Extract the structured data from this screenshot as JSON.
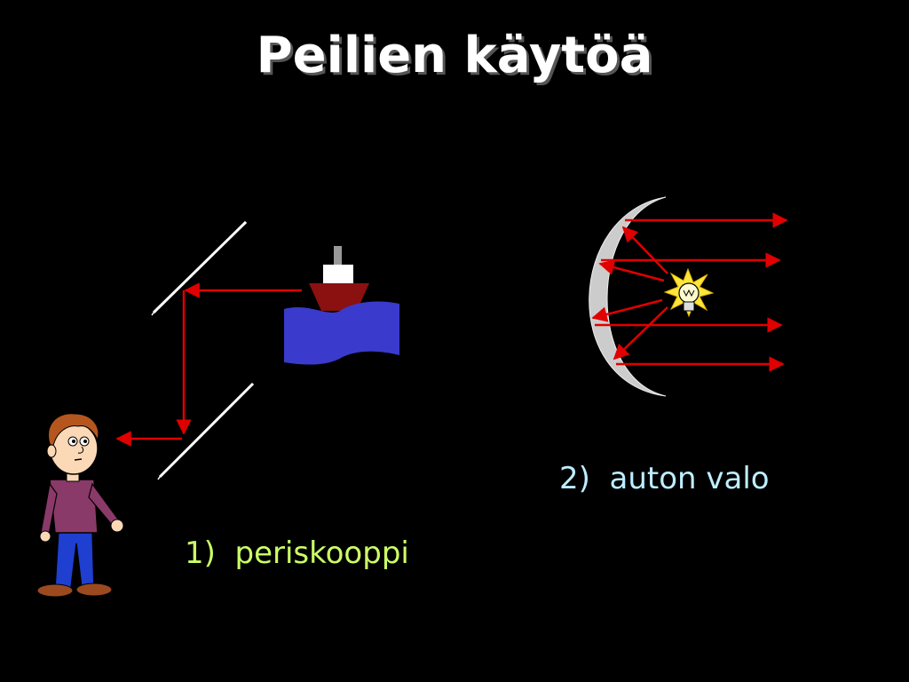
{
  "slide": {
    "title": "Peilien käytöä",
    "colors": {
      "background": "#000000",
      "ray": "#e00000",
      "caption_periscope": "#ccff66",
      "caption_headlight": "#bdeeff",
      "water": "#3a3acc",
      "hull": "#8b1010",
      "mirror": "#cccccc"
    }
  },
  "examples": [
    {
      "caption": "1)  periskooppi"
    },
    {
      "caption": "2)  auton valo"
    }
  ]
}
